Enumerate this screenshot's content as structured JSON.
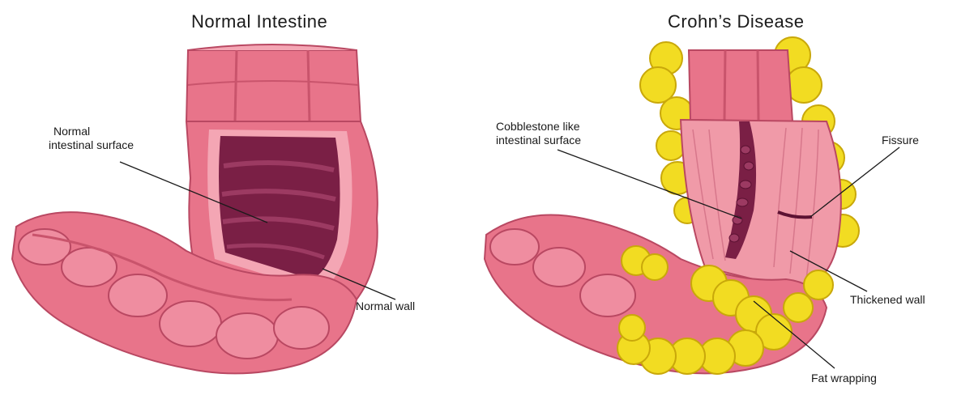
{
  "panels": {
    "normal": {
      "title": "Normal Intestine",
      "labels": {
        "surface_line1": "Normal",
        "surface_line2": "intestinal surface",
        "wall": "Normal wall"
      }
    },
    "crohns": {
      "title": "Crohn’s Disease",
      "labels": {
        "cobblestone_line1": "Cobblestone like",
        "cobblestone_line2": "intestinal surface",
        "fissure": "Fissure",
        "thickened_wall": "Thickened wall",
        "fat_wrapping": "Fat wrapping"
      }
    }
  },
  "colors": {
    "tissue": "#e8748a",
    "tissue_dark": "#c9546c",
    "tissue_light": "#f4a6b4",
    "lumen": "#7a1f45",
    "fat": "#f2dc22",
    "fat_light": "#fbef7a"
  }
}
